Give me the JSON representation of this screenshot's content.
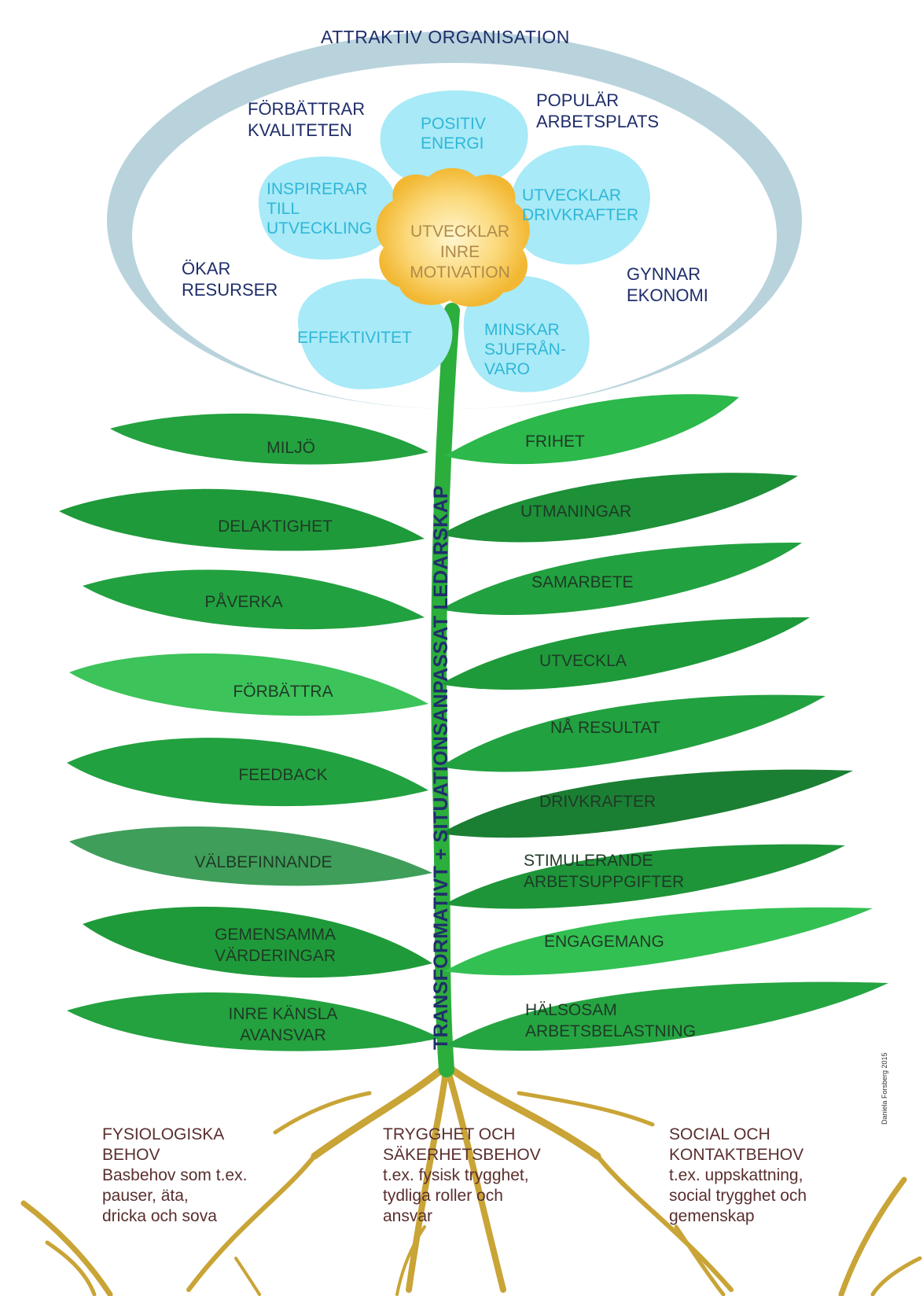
{
  "title": "ATTRAKTIV ORGANISATION",
  "benefits": {
    "quality": [
      "FÖRBÄTTRAR",
      "KVALITETEN"
    ],
    "popular": [
      "POPULÄR",
      "ARBETSPLATS"
    ],
    "resources": [
      "ÖKAR",
      "RESURSER"
    ],
    "economy": [
      "GYNNAR",
      "EKONOMI"
    ]
  },
  "petals": {
    "energy": [
      "POSITIV",
      "ENERGI"
    ],
    "inspire": [
      "INSPIRERAR",
      "TILL",
      "UTVECKLING"
    ],
    "drives": [
      "UTVECKLAR",
      "DRIVKRAFTER"
    ],
    "efficiency": "EFFEKTIVITET",
    "absence": [
      "MINSKAR",
      "SJUFRÅN-",
      "VARO"
    ]
  },
  "core": [
    "UTVECKLAR",
    "INRE",
    "MOTIVATION"
  ],
  "stem_label": "TRANSFORMATIVT + SITUATIONSANPASSAT LEDARSKAP",
  "leaves_left": [
    [
      "MILJÖ"
    ],
    [
      "DELAKTIGHET"
    ],
    [
      "PÅVERKA"
    ],
    [
      "FÖRBÄTTRA"
    ],
    [
      "FEEDBACK"
    ],
    [
      "VÄLBEFINNANDE"
    ],
    [
      "GEMENSAMMA",
      "VÄRDERINGAR"
    ],
    [
      "INRE KÄNSLA",
      "AVANSVAR"
    ]
  ],
  "leaves_right": [
    [
      "FRIHET"
    ],
    [
      "UTMANINGAR"
    ],
    [
      "SAMARBETE"
    ],
    [
      "UTVECKLA"
    ],
    [
      "NÅ RESULTAT"
    ],
    [
      "DRIVKRAFTER"
    ],
    [
      "STIMULERANDE",
      "ARBETSUPPGIFTER"
    ],
    [
      "ENGAGEMANG"
    ],
    [
      "HÄLSOSAM",
      "ARBETSBELASTNING"
    ]
  ],
  "roots": [
    {
      "heading": [
        "FYSIOLOGISKA",
        "BEHOV"
      ],
      "body": [
        "Basbehov som t.ex.",
        "pauser, äta,",
        "dricka och sova"
      ]
    },
    {
      "heading": [
        "TRYGGHET OCH",
        "SÄKERHETSBEHOV"
      ],
      "body": [
        "t.ex. fysisk trygghet,",
        "tydliga roller och",
        "ansvar"
      ]
    },
    {
      "heading": [
        "SOCIAL OCH",
        "KONTAKTBEHOV"
      ],
      "body": [
        "t.ex. uppskattning,",
        "social trygghet och",
        "gemenskap"
      ]
    }
  ],
  "credit": "Daniela Forsberg 2015",
  "colors": {
    "ring": "#b9d3dc",
    "ring_inner": "#ffffff",
    "petal": "#a8eaf7",
    "core_light": "#fff3c2",
    "core_dark": "#f7c24a",
    "stem": "#2cae3c",
    "leaf_dark": "#1f9a3a",
    "leaf_light": "#3cc95a",
    "root": "#c9a436",
    "navy": "#1f2e6b"
  }
}
